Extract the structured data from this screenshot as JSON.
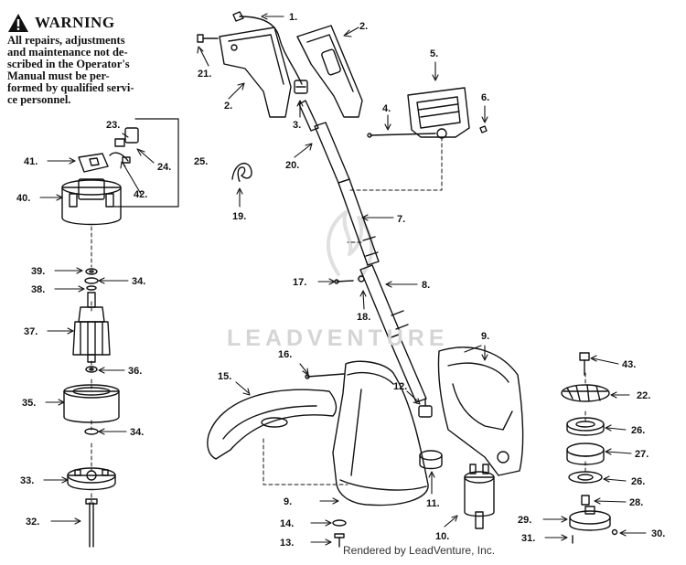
{
  "warning": {
    "title": "WARNING",
    "lines": [
      "All repairs, adjustments",
      "and maintenance not de-",
      "scribed in the Operator's",
      "Manual must be per-",
      "formed by qualified servi-",
      "ce personnel."
    ]
  },
  "watermark": "LEADVENTURE",
  "footer": "Rendered by LeadVenture, Inc.",
  "callouts": [
    {
      "n": "1."
    },
    {
      "n": "2."
    },
    {
      "n": "2."
    },
    {
      "n": "3."
    },
    {
      "n": "4."
    },
    {
      "n": "5."
    },
    {
      "n": "6."
    },
    {
      "n": "7."
    },
    {
      "n": "8."
    },
    {
      "n": "9."
    },
    {
      "n": "9."
    },
    {
      "n": "10."
    },
    {
      "n": "11."
    },
    {
      "n": "12."
    },
    {
      "n": "13."
    },
    {
      "n": "14."
    },
    {
      "n": "15."
    },
    {
      "n": "16."
    },
    {
      "n": "17."
    },
    {
      "n": "18."
    },
    {
      "n": "19."
    },
    {
      "n": "20."
    },
    {
      "n": "21."
    },
    {
      "n": "22."
    },
    {
      "n": "23."
    },
    {
      "n": "24."
    },
    {
      "n": "25."
    },
    {
      "n": "26."
    },
    {
      "n": "26."
    },
    {
      "n": "27."
    },
    {
      "n": "28."
    },
    {
      "n": "29."
    },
    {
      "n": "30."
    },
    {
      "n": "31."
    },
    {
      "n": "32."
    },
    {
      "n": "33."
    },
    {
      "n": "34."
    },
    {
      "n": "34."
    },
    {
      "n": "35."
    },
    {
      "n": "36."
    },
    {
      "n": "37."
    },
    {
      "n": "38."
    },
    {
      "n": "39."
    },
    {
      "n": "40."
    },
    {
      "n": "41."
    },
    {
      "n": "42."
    },
    {
      "n": "43."
    }
  ]
}
